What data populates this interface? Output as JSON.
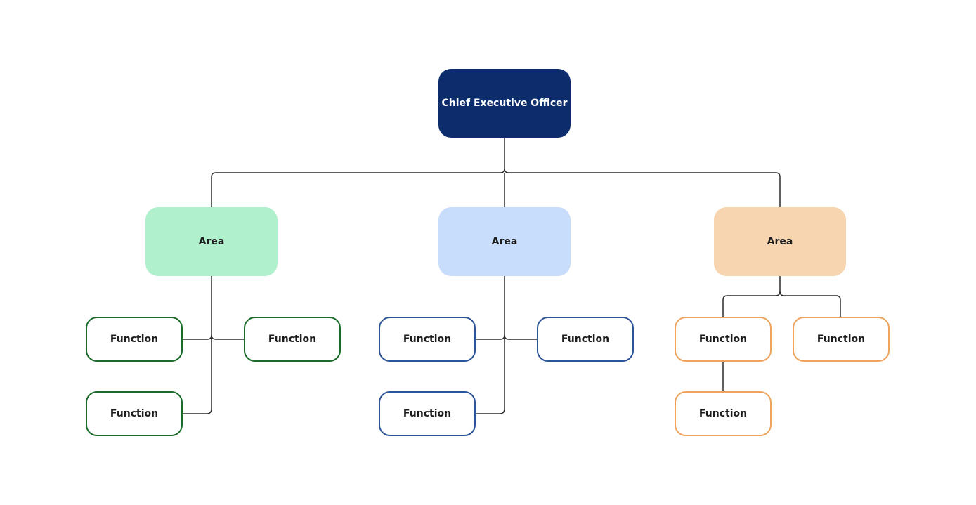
{
  "ceo": {
    "label": "Chief Executive Officer",
    "color": "#0d2c6c"
  },
  "areas": [
    {
      "label": "Area",
      "fill": "#b0f0cc",
      "function_border": "#1a6b2a",
      "functions": [
        "Function",
        "Function",
        "Function"
      ]
    },
    {
      "label": "Area",
      "fill": "#c8ddfb",
      "function_border": "#2d5496",
      "functions": [
        "Function",
        "Function",
        "Function"
      ]
    },
    {
      "label": "Area",
      "fill": "#f6d5b0",
      "function_border": "#eea45c",
      "functions": [
        "Function",
        "Function",
        "Function"
      ]
    }
  ],
  "connector_color": "#2b2b2b"
}
